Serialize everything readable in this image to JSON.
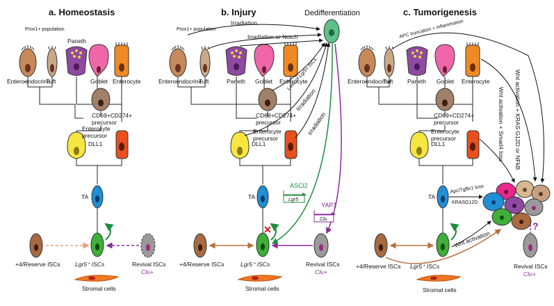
{
  "panels": {
    "homeostasis": {
      "title": "a. Homeostasis"
    },
    "injury": {
      "title": "b. Injury"
    },
    "tumorigenesis": {
      "title": "c. Tumorigenesis"
    }
  },
  "labels": {
    "prox1_population": "Prox1+ population",
    "enteroendocrine": "Enteroendocrine",
    "tuft": "Tuft",
    "paneth": "Paneth",
    "goblet": "Goblet",
    "enterocyte": "Enterocyte",
    "cd69_precursor_line1": "CD69+CD274+",
    "cd69_precursor_line2": "precursor",
    "dll1": "DLL1",
    "enterocyte_precursor_line1": "Enterocyte",
    "enterocyte_precursor_line2": "precursor",
    "ta": "TA",
    "lgr5_iscs": "Lgr5⁺ ISCs",
    "reserve_iscs": "+4/Reserve ISCs",
    "revival_iscs": "Revival ISCs",
    "clu_plus": "Clu+",
    "stromal_cells": "Stromal cells",
    "dedifferentiation": "Dedifferentiation",
    "irradiation": "Irradiation",
    "irradiation_or_notch": "Irradiation or Notch",
    "loss_of_lgr5": "Loss of Lgr5+ ISCs",
    "ascl2": "ASCl2",
    "lgr5_gene": "Lgr5",
    "yap1": "YAP1",
    "clu_gene": "Clu",
    "apc_truncation": "APC truncation + inflammation",
    "wnt_kras": "Wnt activation + KRAS G12D or NFkB",
    "wnt_smad4": "Wnt activation + Smad4 loss",
    "apc_tgfbr": "Apc/Tgfbr1 loss",
    "krasg12d": "KRASG12D",
    "wnt_activation": "Wnt activation",
    "question_mark": "?"
  },
  "colors": {
    "enteroendocrine": "#c8895a",
    "tuft": "#c9a888",
    "paneth": "#8e4aa0",
    "paneth_granule": "#f2d23c",
    "goblet": "#ef67a8",
    "enterocyte": "#f08a24",
    "precursor_cd69": "#a08068",
    "dll1": "#f7e640",
    "ent_precursor": "#e8501e",
    "ta": "#1f8fd6",
    "lgr5": "#3fae3a",
    "reserve": "#a86a40",
    "revival": "#9a9a9a",
    "revival_nucleus": "#a0287e",
    "stromal": "#f07820",
    "dediff": "#5fc08a",
    "green_arrow": "#1e8c3e",
    "purple_arrow": "#8a2a9a",
    "brown_arrow": "#b5703e",
    "red_x": "#cc2020"
  }
}
